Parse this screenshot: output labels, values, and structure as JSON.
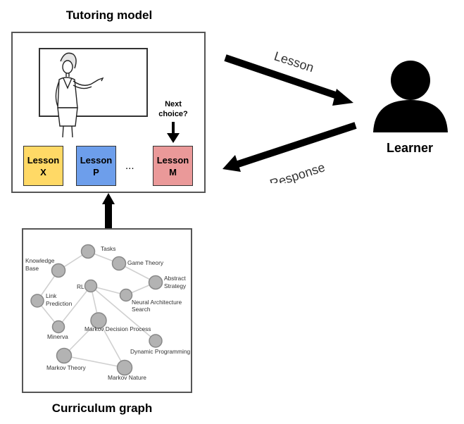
{
  "tutoring_title": "Tutoring model",
  "curriculum_title": "Curriculum graph",
  "learner_label": "Learner",
  "lesson_arrow_label": "Lesson",
  "response_arrow_label": "Response",
  "next_choice": {
    "line1": "Next",
    "line2": "choice?"
  },
  "ellipsis": "...",
  "lessons": [
    {
      "line1": "Lesson",
      "line2": "X",
      "color": "#ffd966"
    },
    {
      "line1": "Lesson",
      "line2": "P",
      "color": "#6d9eeb"
    },
    {
      "line1": "Lesson",
      "line2": "M",
      "color": "#ea9999"
    }
  ],
  "graph": {
    "nodes": {
      "tasks": "Tasks",
      "knowledge_base_1": "Knowledge",
      "knowledge_base_2": "Base",
      "game_theory": "Game Theory",
      "abstract_strategy_1": "Abstract",
      "abstract_strategy_2": "Strategy",
      "rl": "RL",
      "nas_1": "Neural Architecture",
      "nas_2": "Search",
      "link_prediction_1": "Link",
      "link_prediction_2": "Prediction",
      "mdp": "Markov Decision Process",
      "minerva": "Minerva",
      "dynamic_programming": "Dynamic Programming",
      "markov_theory": "Markov Theory",
      "markov_nature": "Markov Nature"
    }
  }
}
